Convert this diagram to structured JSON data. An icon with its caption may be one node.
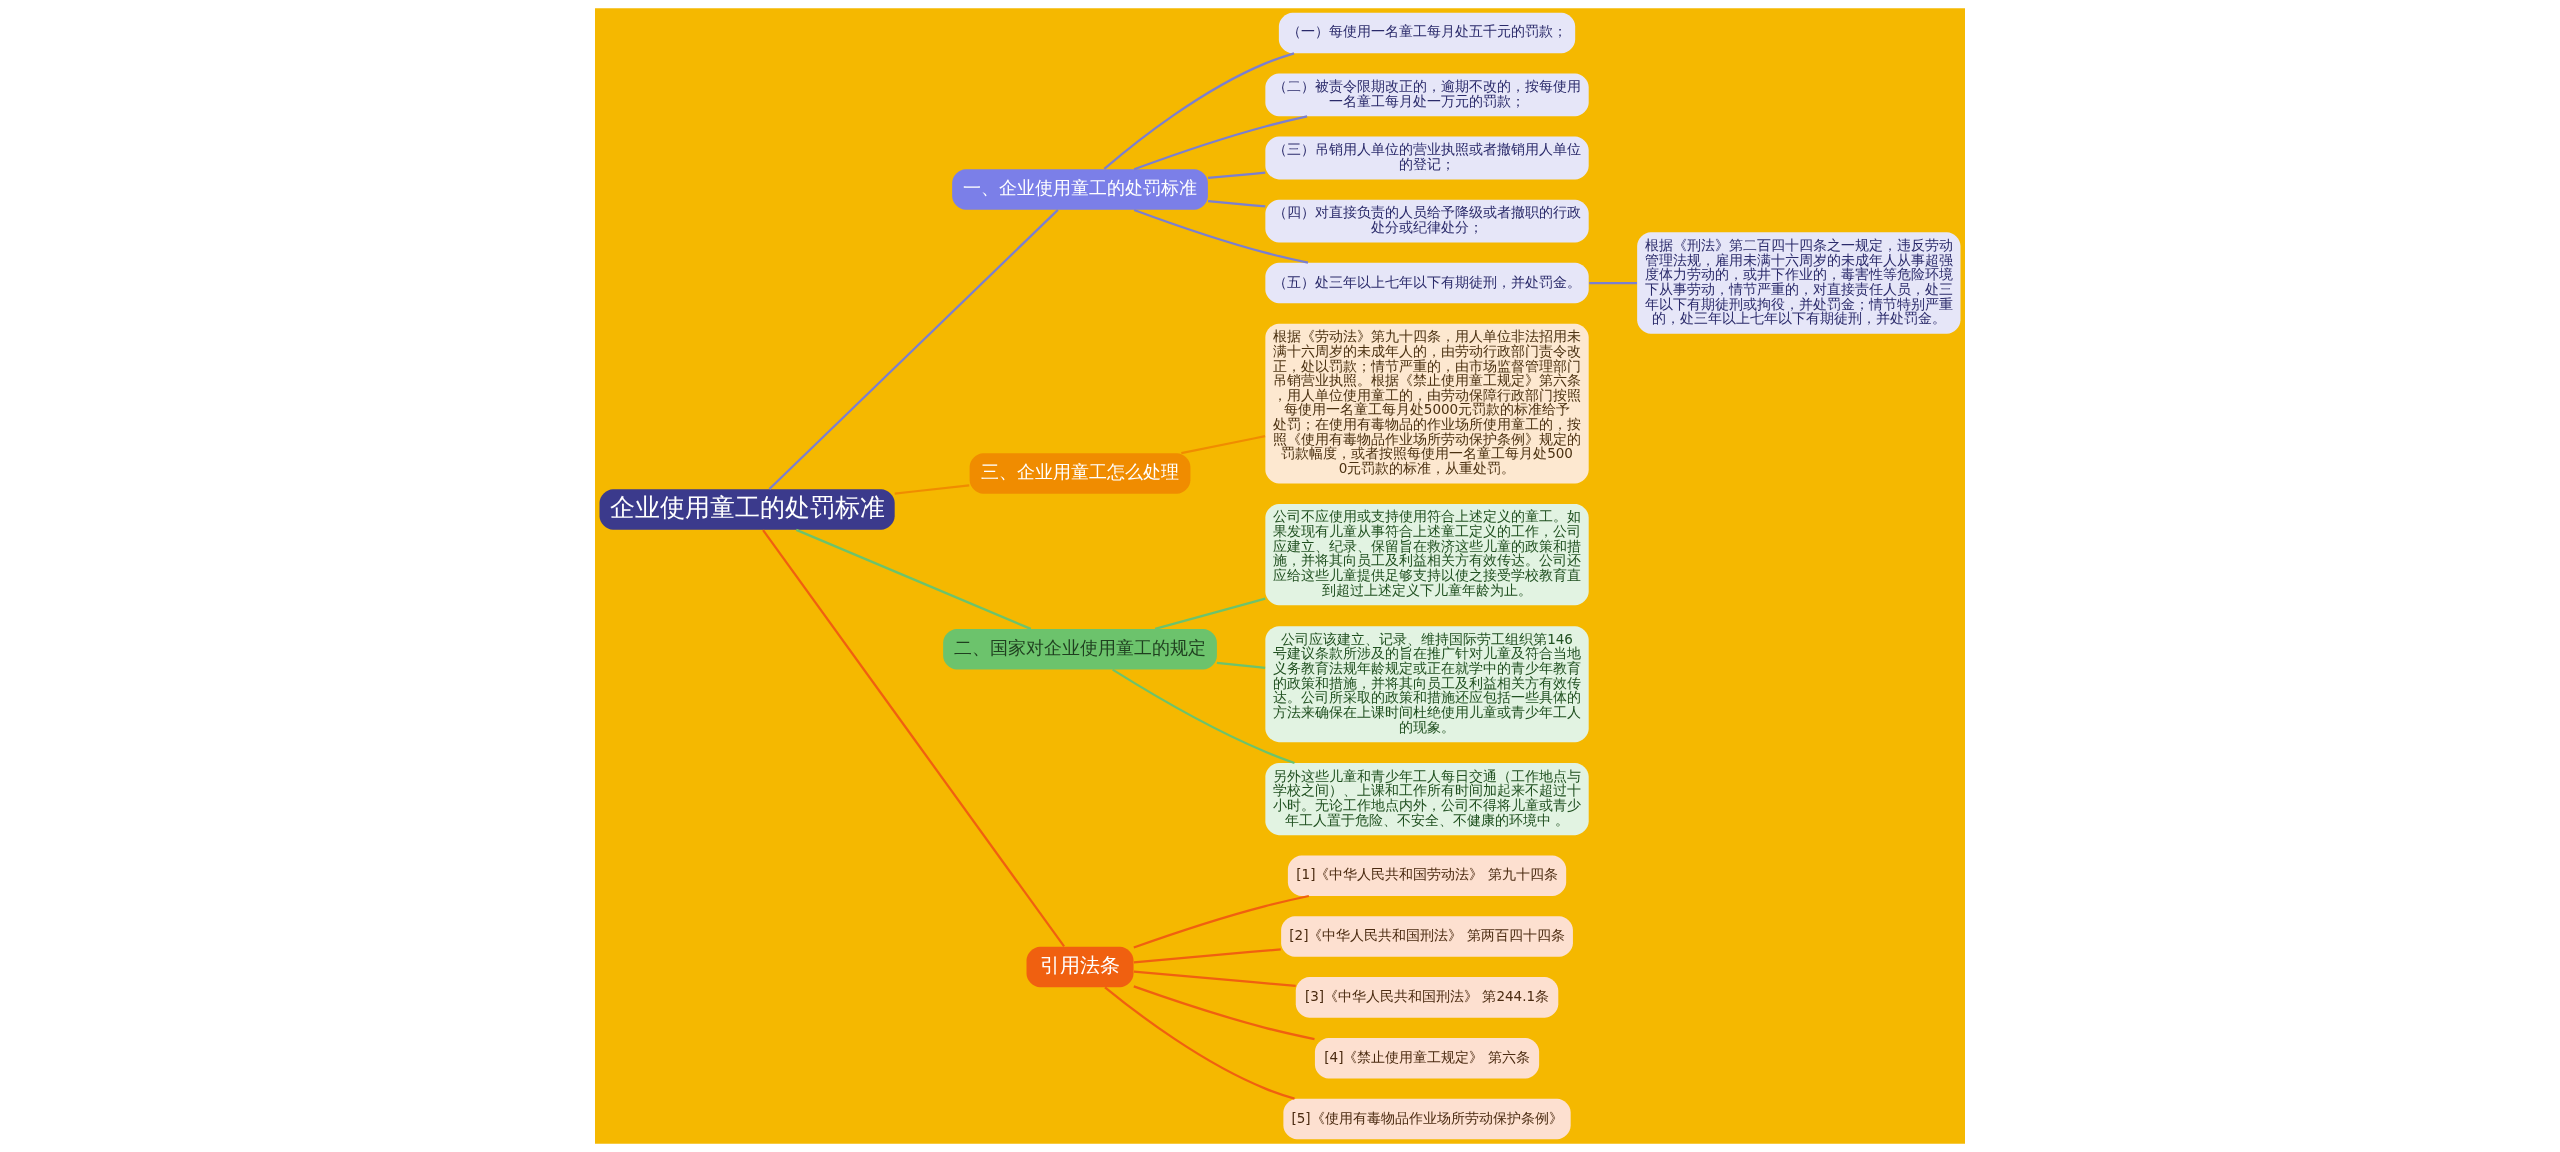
{
  "diagram": {
    "nodes": [
      {
        "text": [
          "企业使用童工的处罚标准"
        ]
      },
      {
        "text": [
          "一、企业使用童工的处罚标准"
        ]
      },
      {
        "text": [
          "（一）每使用一名童工每月处五千元的罚款；"
        ]
      },
      {
        "text": [
          "（二）被责令限期改正的，逾期不改的，按每使用一名童工每月处一万元的罚款；"
        ]
      },
      {
        "text": [
          "（三）吊销用人单位的营业执照或者撤销用人单位的登记；"
        ]
      },
      {
        "text": [
          "（四）对直接负责的人员给予降级或者撤职的行政处分或纪律处分；"
        ]
      },
      {
        "text": [
          "（五）处三年以上七年以下有期徒刑，并处罚金。"
        ]
      },
      {
        "text": [
          "根据《刑法》第二百四十四条之一规定，违反劳动管理法规，雇用未满十六周岁的未成年人从事超强度体力劳动的，或井下作业的，毒害性等危险环境下从事劳动，情节严重的，对直接责任人员，处三年以下有期徒刑或拘役，并处罚金；情节特别严重的，处三年以上七年以下有期徒刑，并处罚金。"
        ]
      },
      {
        "text": [
          "三、企业用童工怎么处理"
        ]
      },
      {
        "text": [
          "根据《劳动法》第九十四条，用人单位非法招用未满十六周岁的未成年人的，由劳动行政部门责令改正，处以罚款；情节严重的，由市场监督管理部门吊销营业执照。根据《禁止使用童工规定》第六条，用人单位使用童工的，由劳动保障行政部门按照每使用一名童工每月处5000元罚款的标准给予处罚；在使用有毒物品的作业场所使用童工的，按照《使用有毒物品作业场所劳动保护条例》规定的罚款幅度，或者按照每使用一名童工每月处5000元罚款的标准，从重处罚。"
        ]
      },
      {
        "text": [
          "二、国家对企业使用童工的规定"
        ]
      },
      {
        "text": [
          "公司不应使用或支持使用符合上述定义的童工。如果发现有儿童从事符合上述童工定义的工作，公司应建立、纪录、保留旨在救济这些儿童的政策和措施，并将其向员工及利益相关方有效传达。公司还应给这些儿童提供足够支持以使之接受学校教育直到超过上述定义下儿童年龄为止。"
        ]
      },
      {
        "text": [
          "公司应该建立、记录、维持国际劳工组织第146号建议条款所涉及的旨在推广针对儿童及符合当地义务教育法规年龄规定或正在就学中的青少年教育的政策和措施，并将其向员工及利益相关方有效传达。公司所采取的政策和措施还应包括一些具体的方法来确保在上课时间杜绝使用儿童或青少年工人的现象。"
        ]
      },
      {
        "text": [
          "另外这些儿童和青少年工人每日交通（工作地点与学校之间）、上课和工作所有时间加起来不超过十小时。无论工作地点内外，公司不得将儿童或青少年工人置于危险、不安全、不健康的环境中 。"
        ]
      },
      {
        "text": [
          "引用法条"
        ]
      },
      {
        "text": [
          "[1]《中华人民共和国劳动法》 第九十四条"
        ]
      },
      {
        "text": [
          "[2]《中华人民共和国刑法》 第两百四十四条"
        ]
      },
      {
        "text": [
          "[3]《中华人民共和国刑法》 第244.1条"
        ]
      },
      {
        "text": [
          "[4]《禁止使用童工规定》 第六条"
        ]
      },
      {
        "text": [
          "[5]《使用有毒物品作业场所劳动保护条例》"
        ]
      }
    ],
    "edges": [
      {
        "from": 0,
        "to": 1,
        "arrow": "none"
      },
      {
        "from": 1,
        "to": 2,
        "arrow": "none"
      },
      {
        "from": 1,
        "to": 3,
        "arrow": "none"
      },
      {
        "from": 1,
        "to": 4,
        "arrow": "none"
      },
      {
        "from": 1,
        "to": 5,
        "arrow": "none"
      },
      {
        "from": 1,
        "to": 6,
        "arrow": "none"
      },
      {
        "from": 6,
        "to": 7,
        "arrow": "none"
      },
      {
        "from": 0,
        "to": 8,
        "arrow": "none",
        "color": "#f08c00"
      },
      {
        "from": 8,
        "to": 9,
        "arrow": "none",
        "color": "#f08c00"
      },
      {
        "from": 0,
        "to": 10,
        "arrow": "none",
        "color": "#6cc36c"
      },
      {
        "from": 10,
        "to": 11,
        "arrow": "none",
        "color": "#6cc36c"
      },
      {
        "from": 10,
        "to": 12,
        "arrow": "none",
        "color": "#6cc36c"
      },
      {
        "from": 10,
        "to": 13,
        "arrow": "none",
        "color": "#6cc36c"
      },
      {
        "from": 0,
        "to": 14,
        "arrow": "none",
        "color": "#f06010"
      },
      {
        "from": 14,
        "to": 15,
        "arrow": "none",
        "color": "#f06010"
      },
      {
        "from": 14,
        "to": 16,
        "arrow": "none",
        "color": "#f06010"
      },
      {
        "from": 14,
        "to": 17,
        "arrow": "none",
        "color": "#f06010"
      },
      {
        "from": 14,
        "to": 18,
        "arrow": "none",
        "color": "#f06010"
      },
      {
        "from": 14,
        "to": 19,
        "arrow": "none",
        "color": "#f06010"
      }
    ]
  }
}
